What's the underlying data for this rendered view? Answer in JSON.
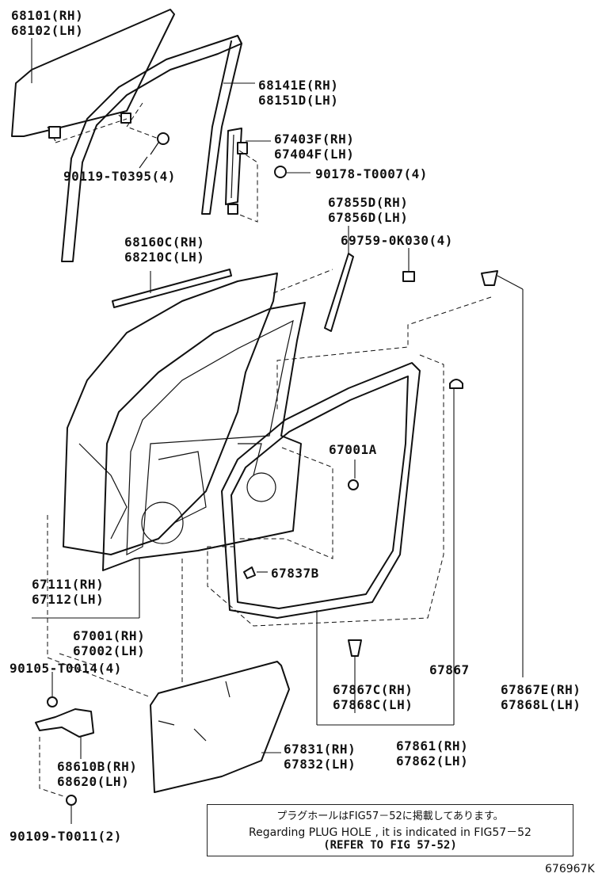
{
  "labels": {
    "glass": "68101(RH)\n68102(LH)",
    "glass_run": "68141E(RH)\n68151D(LH)",
    "rear_channel": "67403F(RH)\n67404F(LH)",
    "nut_90178": "90178-T0007(4)",
    "bolt_90119": "90119-T0395(4)",
    "outer_weatherstrip_front": "67855D(RH)\n67856D(LH)",
    "clip_69759": "69759-0K030(4)",
    "belt_moulding": "68160C(RH)\n68210C(LH)",
    "plug_67001A": "67001A",
    "hinge_panel": "67111(RH)\n67112(LH)",
    "plug_67837B": "67837B",
    "door_panel": "67001(RH)\n67002(LH)",
    "bolt_90105": "90105-T0014(4)",
    "clip_67867": "67867",
    "clip_67867C": "67867C(RH)\n67868C(LH)",
    "clip_67867E": "67867E(RH)\n67868L(LH)",
    "check_assembly": "68610B(RH)\n68620(LH)",
    "service_hole_cover": "67831(RH)\n67832(LH)",
    "weatherstrip": "67861(RH)\n67862(LH)",
    "bolt_90109": "90109-T0011(2)"
  },
  "note": {
    "line1": "プラグホールはFIG57－52に掲載してあります。",
    "line2": "Regarding PLUG HOLE , it is indicated in FIG57－52",
    "line3": "(REFER TO FIG 57-52)"
  },
  "figure_id": "676967K"
}
